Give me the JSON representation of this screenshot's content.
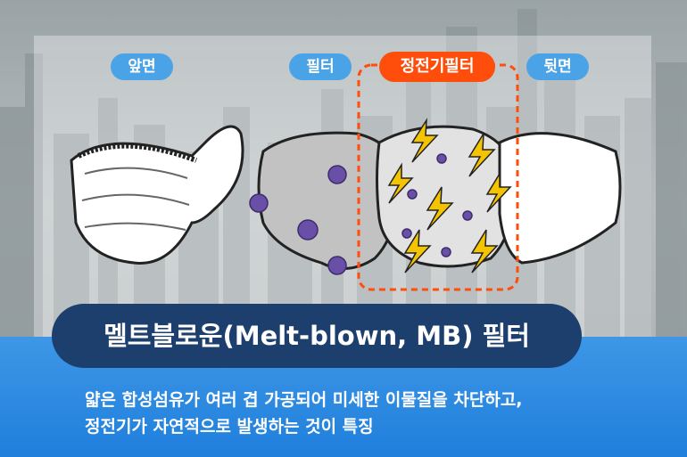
{
  "labels": {
    "front": "앞면",
    "filter": "필터",
    "electrostatic_filter": "정전기필터",
    "back": "뒷면"
  },
  "title": "멜트블로운(Melt-blown, MB) 필터",
  "description": {
    "line1": "얇은 합성섬유가 여러 겹 가공되어 미세한 이물질을 차단하고,",
    "line2": "정전기가 자연적으로 발생하는 것이 특징"
  },
  "colors": {
    "label_blue": "#4aa3e6",
    "label_orange": "#ff4e0b",
    "title_navy": "#1c3f6e",
    "bottom_blue": "#2b8ae0",
    "lightning": "#f5c400",
    "virus": "#6a4fa8"
  },
  "icons": [
    "mask-icon",
    "virus-icon",
    "lightning-icon"
  ]
}
